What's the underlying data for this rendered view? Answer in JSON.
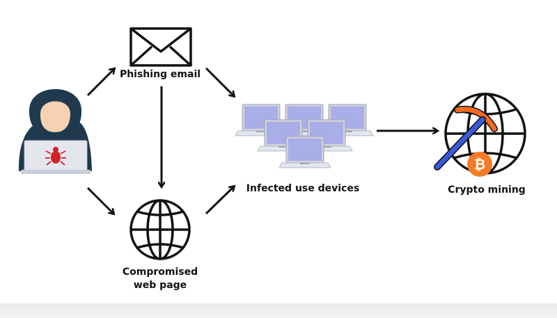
{
  "labels": {
    "phishing_email": "Phishing email",
    "compromised_web_page_line1": "Compromised",
    "compromised_web_page_line2": "web page",
    "infected_devices": "Infected use devices",
    "crypto_mining": "Crypto mining"
  },
  "icons": {
    "attacker": "hacker-laptop-icon",
    "email": "envelope-icon",
    "web_page": "globe-icon",
    "devices": "laptop-cluster-icon",
    "mining": "globe-pickaxe-bitcoin-icon"
  },
  "colors": {
    "stroke": "#111111",
    "hood": "#1f3a4f",
    "skin": "#f6d2b3",
    "laptop_screen": "#a9ade8",
    "laptop_body": "#e4e6ee",
    "bug": "#d3202a",
    "pickaxe_handle": "#3a5bd9",
    "pickaxe_head": "#f26a21",
    "bitcoin": "#f47b25"
  }
}
